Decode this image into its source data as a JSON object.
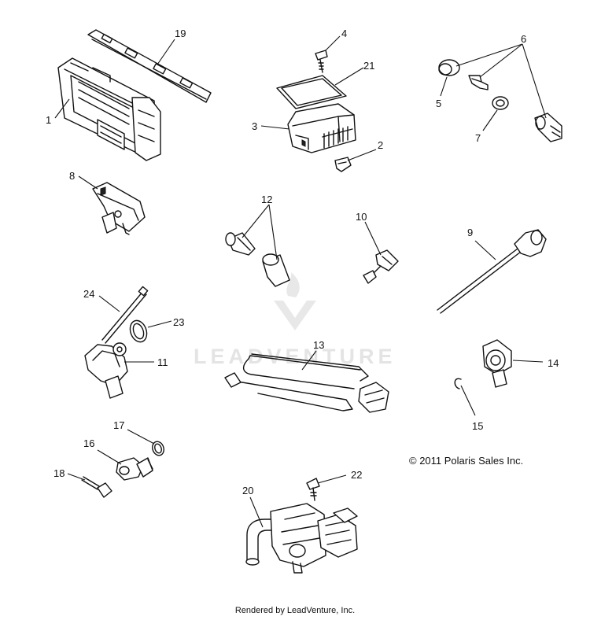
{
  "callouts": {
    "c1": "1",
    "c2": "2",
    "c3": "3",
    "c4": "4",
    "c5": "5",
    "c6": "6",
    "c7": "7",
    "c8": "8",
    "c9": "9",
    "c10": "10",
    "c11": "11",
    "c12": "12",
    "c13": "13",
    "c14": "14",
    "c15": "15",
    "c16": "16",
    "c17": "17",
    "c18": "18",
    "c19": "19",
    "c20": "20",
    "c21": "21",
    "c22": "22",
    "c23": "23",
    "c24": "24"
  },
  "watermark": {
    "text": "LEADVENTURE",
    "color": "#e2e2e2"
  },
  "copyright": "© 2011 Polaris Sales Inc.",
  "footer": "Rendered by LeadVenture, Inc."
}
